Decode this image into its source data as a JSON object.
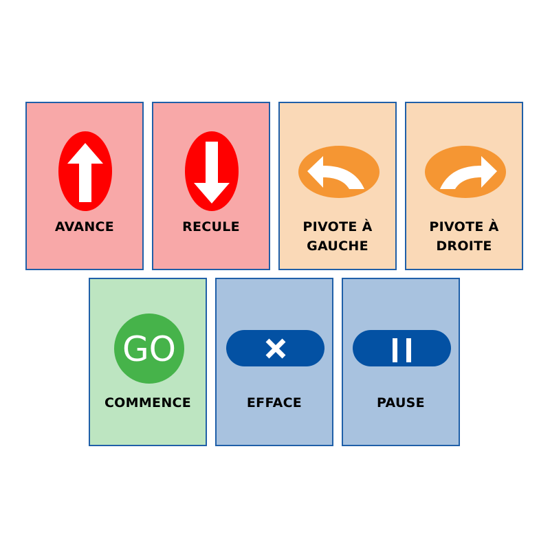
{
  "colors": {
    "border": "#1f5fa8",
    "pink": "#f8a8a8",
    "peach": "#fad9b7",
    "green": "#bde5c1",
    "blue": "#a8c2df",
    "red_icon": "#ff0000",
    "orange_icon": "#f59633",
    "green_icon": "#46b34a",
    "blue_icon": "#0351a3"
  },
  "cards": [
    {
      "label": "AVANCE",
      "icon": "arrow-up-icon"
    },
    {
      "label": "RECULE",
      "icon": "arrow-down-icon"
    },
    {
      "label_line1": "PIVOTE À",
      "label_line2": "GAUCHE",
      "icon": "turn-left-icon"
    },
    {
      "label_line1": "PIVOTE À",
      "label_line2": "DROITE",
      "icon": "turn-right-icon"
    },
    {
      "label": "COMMENCE",
      "icon": "go-icon",
      "icon_text": "GO"
    },
    {
      "label": "EFFACE",
      "icon": "clear-x-icon"
    },
    {
      "label": "PAUSE",
      "icon": "pause-icon"
    }
  ]
}
